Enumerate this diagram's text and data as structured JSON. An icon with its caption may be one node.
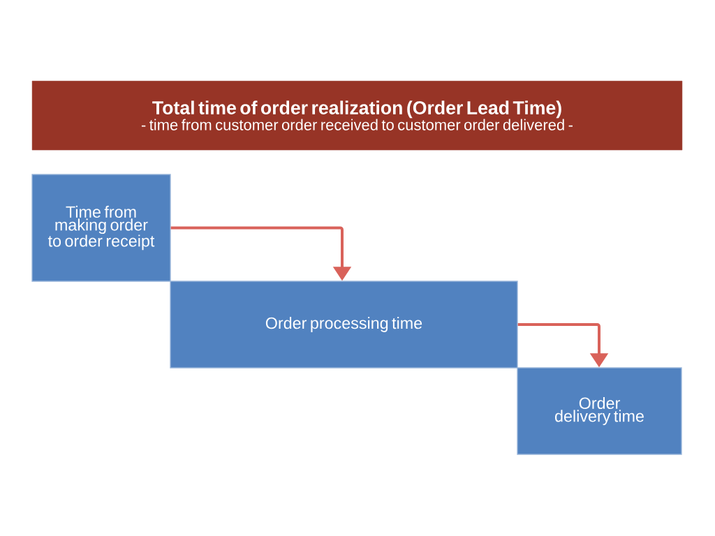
{
  "diagram": {
    "nodes": [
      {
        "text": [
          "Total time of order realization (Order Lead Time)",
          "- time from customer order received to customer order delivered -"
        ]
      },
      {
        "text": [
          "Time from making order to order receipt"
        ]
      },
      {
        "text": [
          "Order processing time"
        ]
      },
      {
        "text": [
          "Order delivery time"
        ]
      }
    ],
    "edges": [
      {
        "from": 1,
        "to": 2,
        "arrow": "to"
      },
      {
        "from": 2,
        "to": 3,
        "arrow": "to"
      }
    ]
  }
}
